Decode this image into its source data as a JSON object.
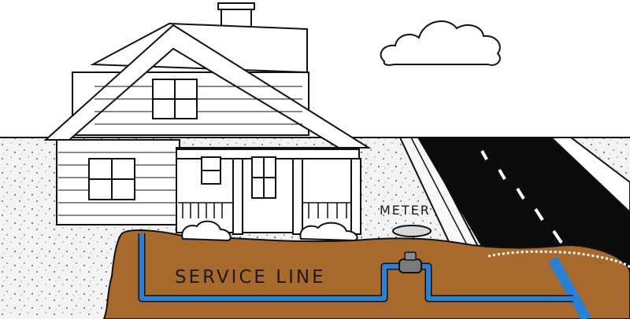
{
  "labels": {
    "meter": "METER",
    "service_line": "SERVICE LINE"
  },
  "colors": {
    "sky": "#ffffff",
    "ground": "#f3f3f3",
    "soil": "#a86a2c",
    "pipe": "#2a7fd6",
    "road": "#0b0b0b",
    "outline": "#111111"
  },
  "icons": [
    "house",
    "chimney",
    "cloud",
    "water-meter",
    "shrub",
    "road",
    "sidewalk"
  ]
}
